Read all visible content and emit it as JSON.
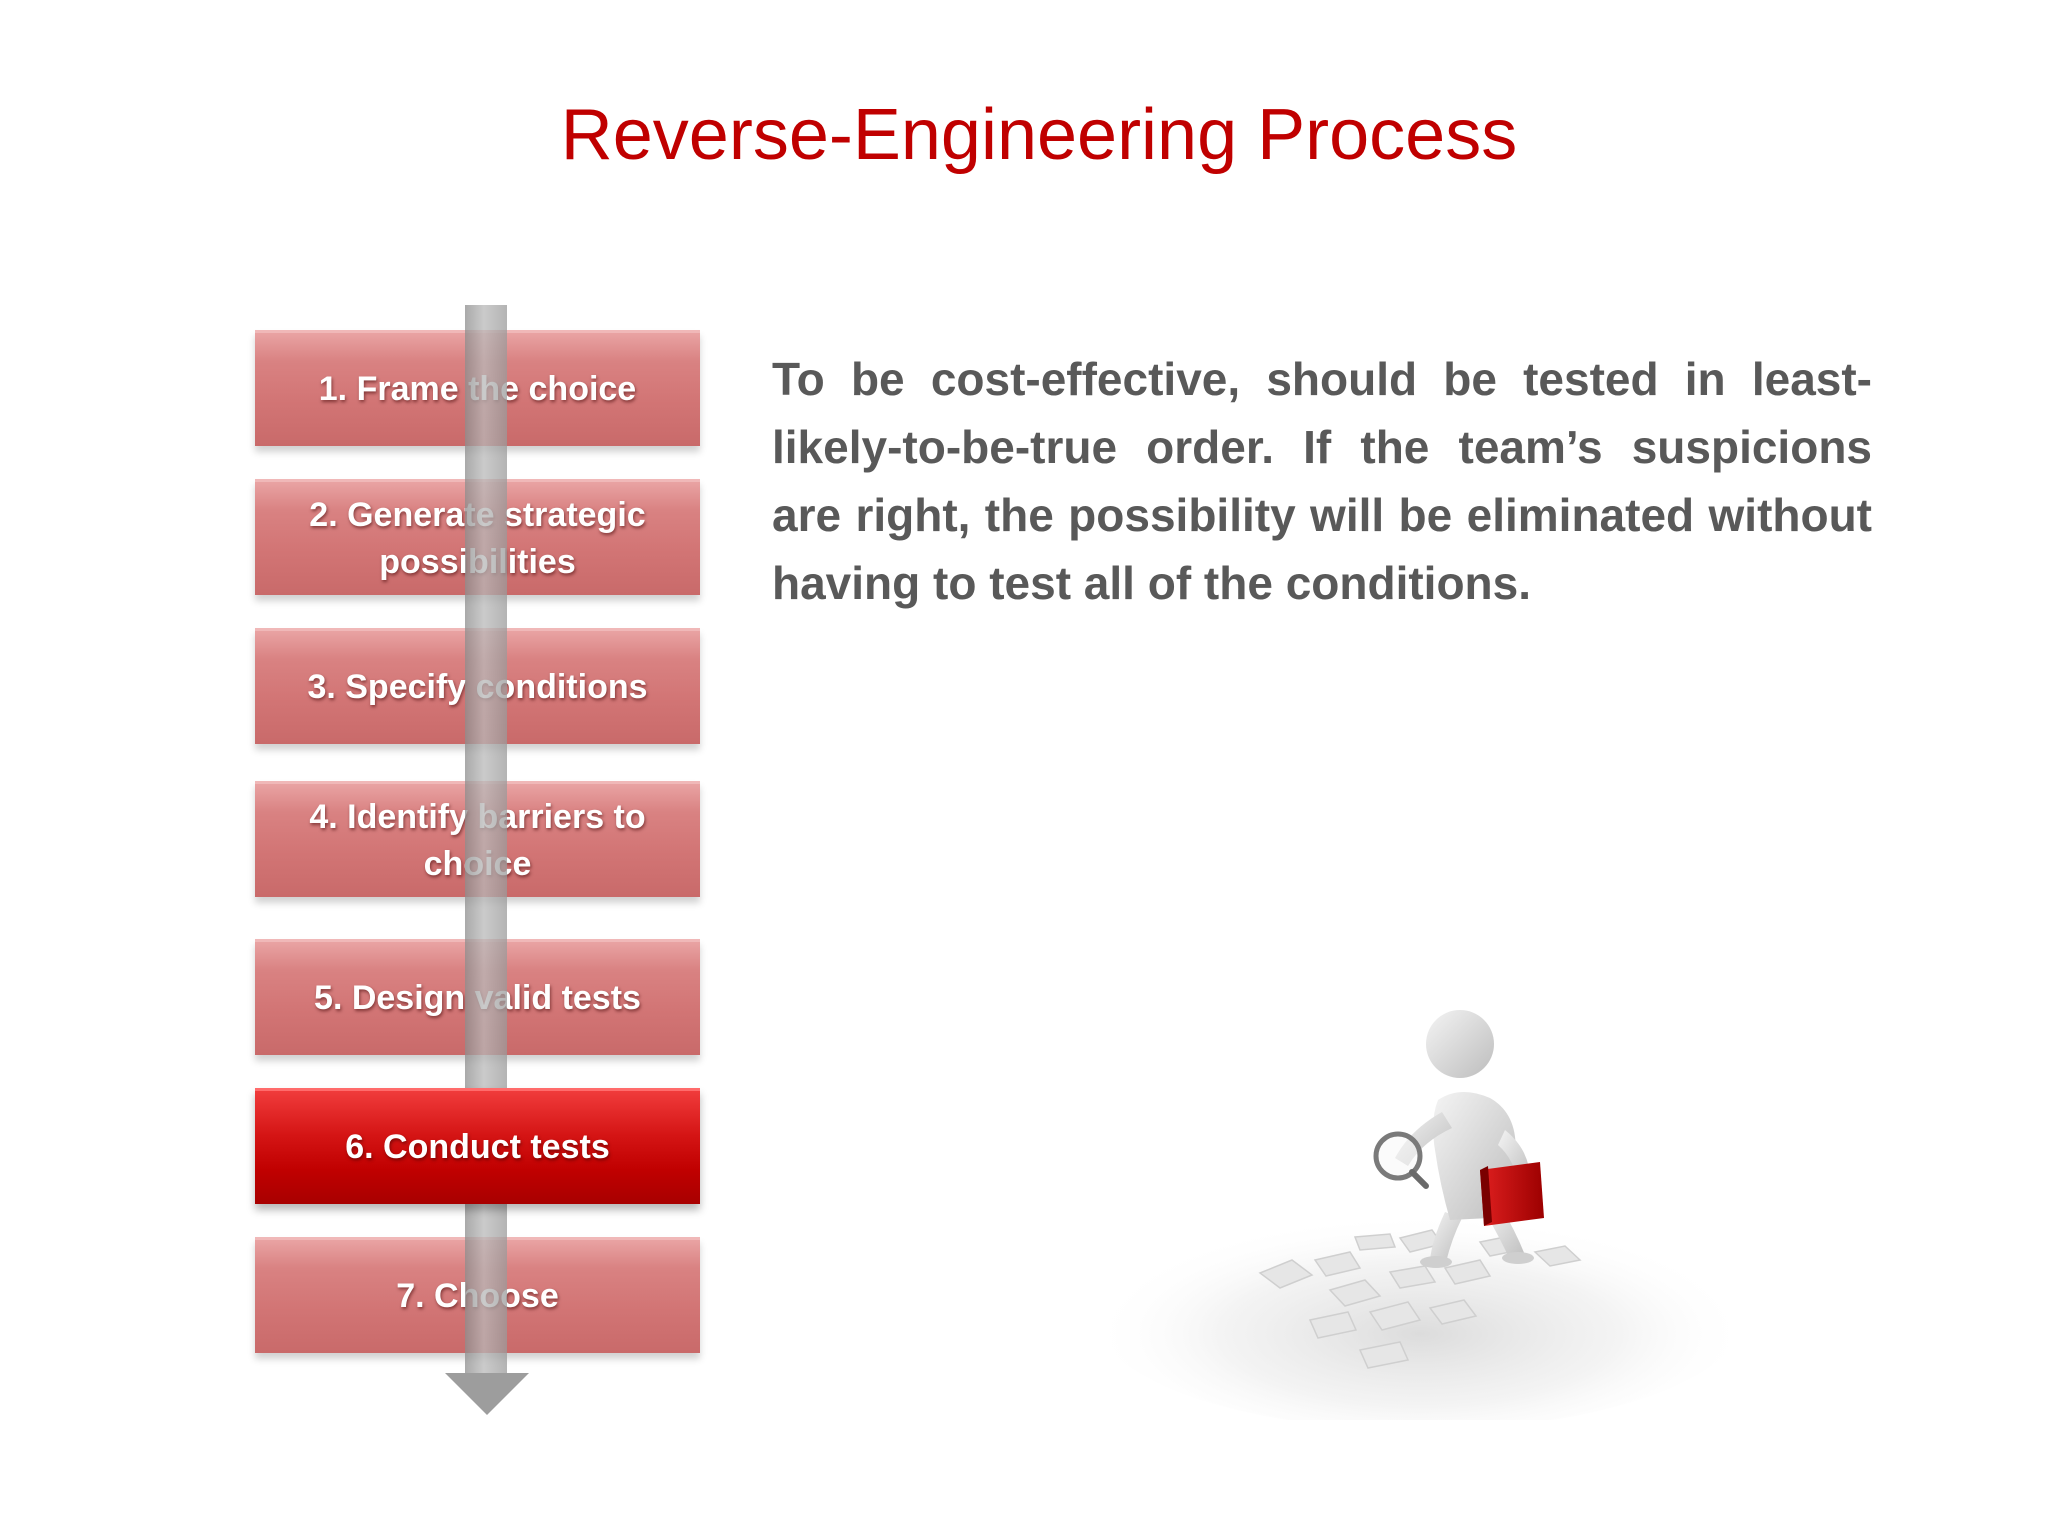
{
  "slide": {
    "title": "Reverse-Engineering Process",
    "body": "To be cost-effective, should be tested in least-likely-to-be-true order.  If the team’s suspicions are right, the possibility will be eliminated without having to test all of the conditions."
  },
  "steps": [
    {
      "label": "1. Frame the choice",
      "active": false
    },
    {
      "label": "2. Generate strategic possibilities",
      "active": false
    },
    {
      "label": "3. Specify conditions",
      "active": false
    },
    {
      "label": "4. Identify barriers to choice",
      "active": false
    },
    {
      "label": "5. Design valid tests",
      "active": false
    },
    {
      "label": "6. Conduct tests",
      "active": true
    },
    {
      "label": "7. Choose",
      "active": false
    }
  ],
  "colors": {
    "title": "#c00000",
    "body_text": "#595959",
    "step_inactive": "#d27575",
    "step_active": "#c00000",
    "arrow": "#9d9d9d",
    "book": "#c00000"
  },
  "illustration": {
    "subject": "figure-with-magnifying-glass-and-papers-icon"
  }
}
